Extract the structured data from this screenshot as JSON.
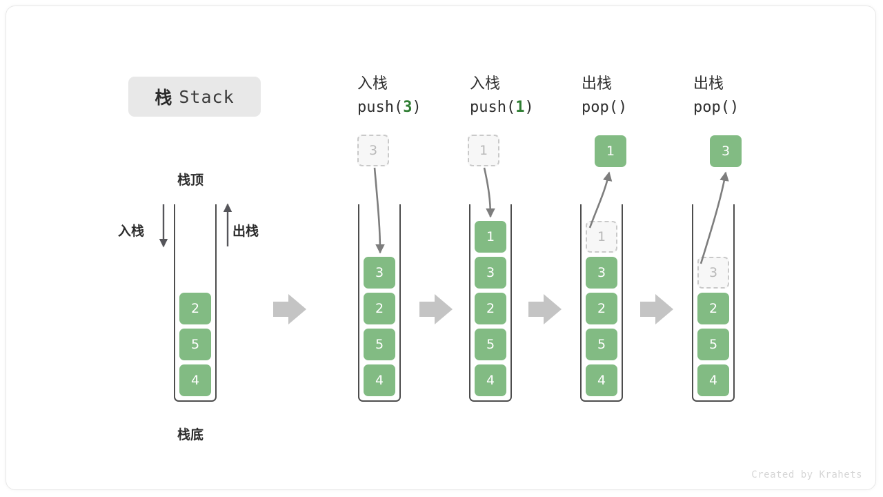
{
  "figure": {
    "title_cn": "栈",
    "title_en": "Stack",
    "watermark": "Created by Krahets",
    "colors": {
      "cell_fill": "#82bb83",
      "cell_text": "#ffffff",
      "ghost_fill": "#f7f7f7",
      "ghost_border": "#c9c9c9",
      "ghost_text": "#b8b8b8",
      "container_border": "#4d4d4d",
      "flow_arrow": "#c4c4c4",
      "motion_arrow": "#7d7d7d",
      "accent_green_text": "#2e7d32",
      "chip_bg": "#e8e8e8"
    }
  },
  "annotations": {
    "top_label": "栈顶",
    "bottom_label": "栈底",
    "push_label": "入栈",
    "pop_label": "出栈"
  },
  "stages": [
    {
      "id": "initial",
      "head_cn": "",
      "head_code": "",
      "head_arg": "",
      "cells": [
        "2",
        "5",
        "4"
      ],
      "ghost": null,
      "result": null
    },
    {
      "id": "push-3",
      "head_cn": "入栈",
      "head_code_prefix": "push(",
      "head_arg": "3",
      "head_code_suffix": ")",
      "cells": [
        "3",
        "2",
        "5",
        "4"
      ],
      "ghost": "3",
      "result": null
    },
    {
      "id": "push-1",
      "head_cn": "入栈",
      "head_code_prefix": "push(",
      "head_arg": "1",
      "head_code_suffix": ")",
      "cells": [
        "1",
        "3",
        "2",
        "5",
        "4"
      ],
      "ghost": "1",
      "result": null
    },
    {
      "id": "pop-1",
      "head_cn": "出栈",
      "head_code_prefix": "pop(",
      "head_arg": "",
      "head_code_suffix": ")",
      "cells": [
        "3",
        "2",
        "5",
        "4"
      ],
      "ghost_in_stack": "1",
      "result": "1"
    },
    {
      "id": "pop-3",
      "head_cn": "出栈",
      "head_code_prefix": "pop(",
      "head_arg": "",
      "head_code_suffix": ")",
      "cells": [
        "2",
        "5",
        "4"
      ],
      "ghost_in_stack": "3",
      "result": "3"
    }
  ],
  "flow_arrows": 4
}
